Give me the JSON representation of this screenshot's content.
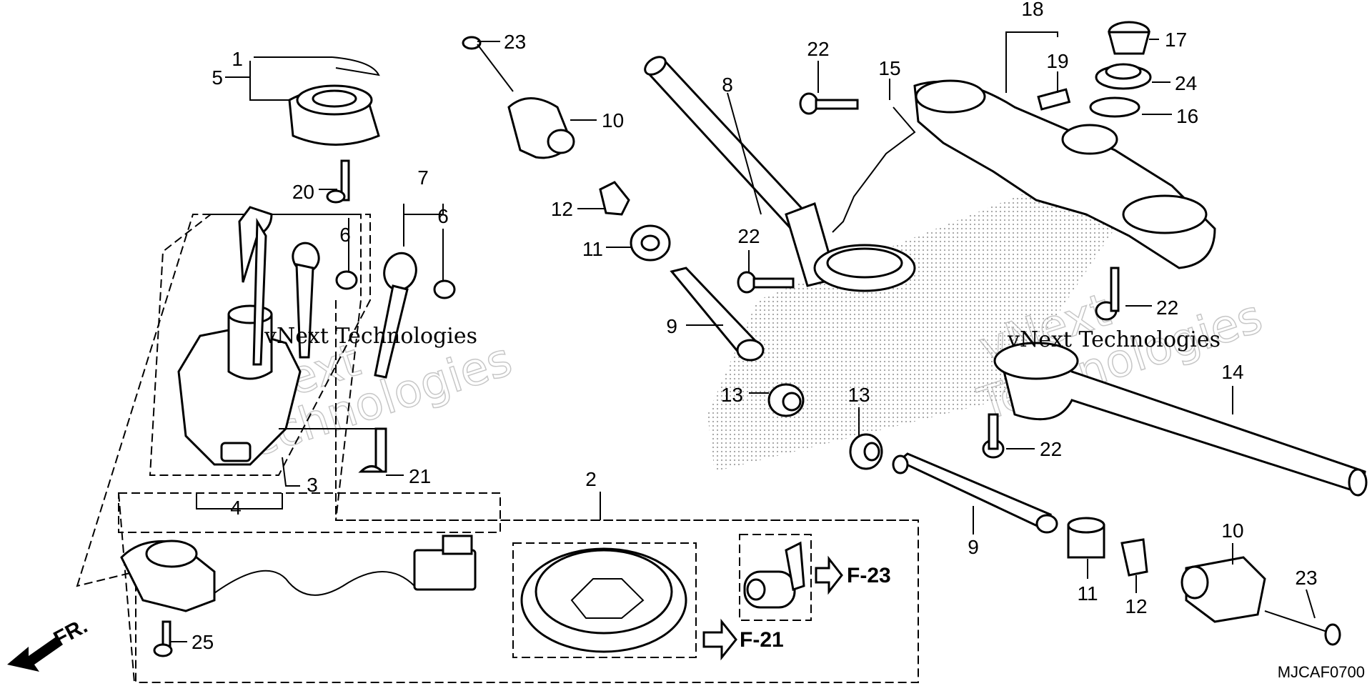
{
  "diagram": {
    "labels": [
      "1",
      "2",
      "3",
      "4",
      "5",
      "6",
      "6",
      "7",
      "8",
      "9",
      "9",
      "10",
      "10",
      "11",
      "11",
      "12",
      "12",
      "13",
      "13",
      "14",
      "15",
      "16",
      "17",
      "18",
      "19",
      "20",
      "21",
      "22",
      "22",
      "22",
      "22",
      "23",
      "23",
      "24",
      "25"
    ],
    "refs": [
      "F-21",
      "F-23"
    ],
    "direction_label": "FR.",
    "code": "MJCAF0700",
    "watermark_text": "vNext Technologies",
    "watermark_large_a": "vNext",
    "watermark_large_b": "Technologies"
  }
}
